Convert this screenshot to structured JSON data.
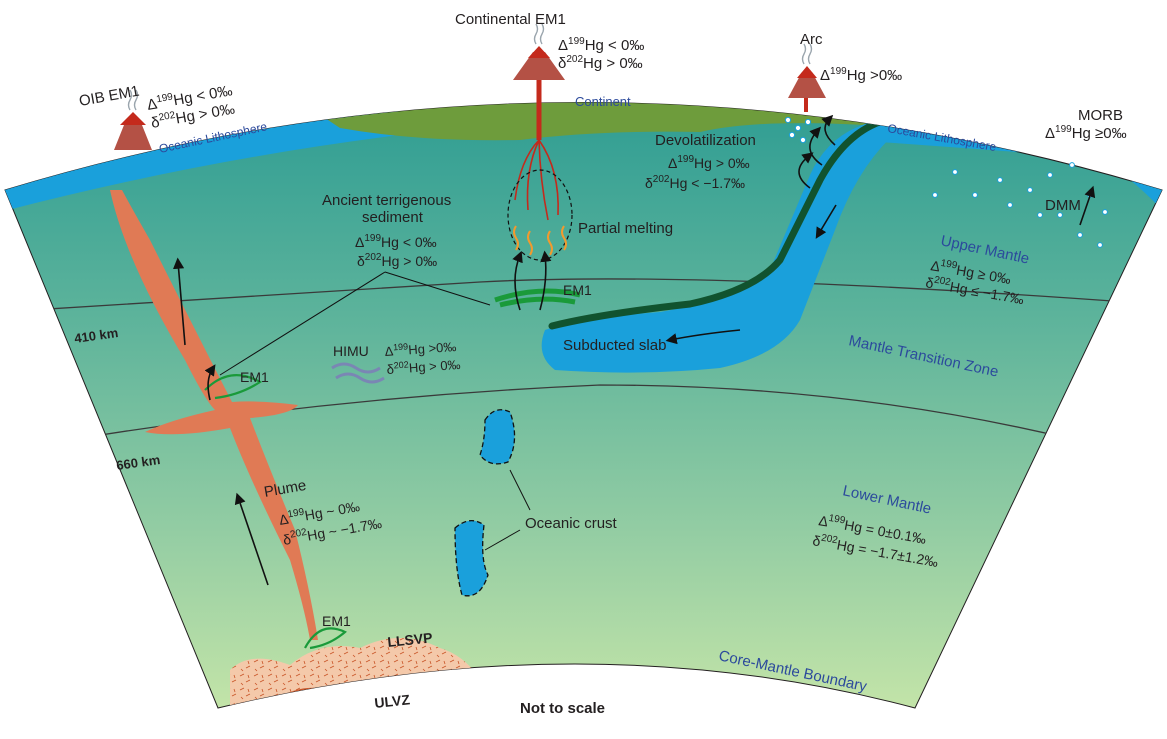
{
  "title": "",
  "footer": "Not to scale",
  "colors": {
    "mantle_top": "#2f9d93",
    "mantle_bottom": "#bfe3a6",
    "ocean_lithosphere": "#1aa0db",
    "continent": "#6e9c3c",
    "plume": "#e07a55",
    "magma": "#c42a1c",
    "slab_outline": "#11532f",
    "em1": "#1a9a3a",
    "himu": "#7a86b4",
    "llsvp": "#f4c9aa",
    "ulvz": "#c95427",
    "layer_label": "#2c4a9c"
  },
  "layers": {
    "continent": "Continent",
    "oceanic_lithosphere_left": "Oceanic Lithosphere",
    "oceanic_lithosphere_right": "Oceanic Lithosphere",
    "upper_mantle": "Upper Mantle",
    "transition_zone": "Mantle Transition Zone",
    "lower_mantle": "Lower Mantle",
    "core_mantle_boundary": "Core-Mantle Boundary"
  },
  "depths": {
    "d410": "410 km",
    "d660": "660 km"
  },
  "volcanoes": {
    "oib": {
      "name": "OIB EM1",
      "line1_sym": "Δ",
      "line1_iso": "199",
      "line1_rest": "Hg < 0‰",
      "line2_sym": "δ",
      "line2_iso": "202",
      "line2_rest": "Hg > 0‰"
    },
    "continental": {
      "name": "Continental EM1",
      "line1_sym": "Δ",
      "line1_iso": "199",
      "line1_rest": "Hg < 0‰",
      "line2_sym": "δ",
      "line2_iso": "202",
      "line2_rest": "Hg > 0‰"
    },
    "arc": {
      "name": "Arc",
      "line1_sym": "Δ",
      "line1_iso": "199",
      "line1_rest": "Hg >0‰"
    },
    "morb": {
      "name": "MORB",
      "line1_sym": "Δ",
      "line1_iso": "199",
      "line1_rest": "Hg ≥0‰"
    }
  },
  "annotations": {
    "sediment": {
      "title1": "Ancient terrigenous",
      "title2": "sediment",
      "line1_sym": "Δ",
      "line1_iso": "199",
      "line1_rest": "Hg < 0‰",
      "line2_sym": "δ",
      "line2_iso": "202",
      "line2_rest": "Hg > 0‰"
    },
    "partial_melting": "Partial melting",
    "devolatilization": {
      "title": "Devolatilization",
      "line1_sym": "Δ",
      "line1_iso": "199",
      "line1_rest": "Hg > 0‰",
      "line2_sym": "δ",
      "line2_iso": "202",
      "line2_rest": "Hg < −1.7‰"
    },
    "dmm": "DMM",
    "upper_mantle_values": {
      "line1_sym": "Δ",
      "line1_iso": "199",
      "line1_rest": "Hg ≥ 0‰",
      "line2_sym": "δ",
      "line2_iso": "202",
      "line2_rest": "Hg ≤ −1.7‰"
    },
    "subducted_slab": "Subducted slab",
    "himu": {
      "name": "HIMU",
      "line1_sym": "Δ",
      "line1_iso": "199",
      "line1_rest": "Hg >0‰",
      "line2_sym": "δ",
      "line2_iso": "202",
      "line2_rest": "Hg > 0‰"
    },
    "em1_labels": [
      "EM1",
      "EM1",
      "EM1"
    ],
    "plume": {
      "name": "Plume",
      "line1_sym": "Δ",
      "line1_iso": "199",
      "line1_rest": "Hg ~ 0‰",
      "line2_sym": "δ",
      "line2_iso": "202",
      "line2_rest": "Hg ~ −1.7‰"
    },
    "oceanic_crust": "Oceanic crust",
    "lower_mantle_values": {
      "line1_sym": "Δ",
      "line1_iso": "199",
      "line1_rest": "Hg = 0±0.1‰",
      "line2_sym": "δ",
      "line2_iso": "202",
      "line2_rest": "Hg = −1.7±1.2‰"
    },
    "llsvp": "LLSVP",
    "ulvz": "ULVZ"
  }
}
